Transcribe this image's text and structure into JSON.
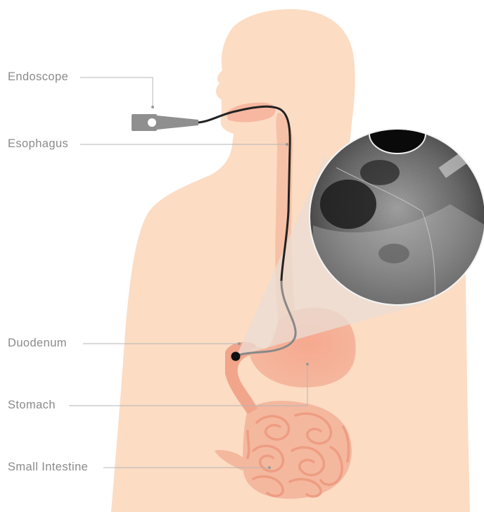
{
  "labels": {
    "endoscope": "Endoscope",
    "esophagus": "Esophagus",
    "duodenum": "Duodenum",
    "stomach": "Stomach",
    "small_intestine": "Small Intestine"
  },
  "icons": {
    "figure": "human-torso-silhouette",
    "scope": "endoscope-device-icon",
    "inset": "ultrasound-image-inset"
  },
  "colors": {
    "skin": "#fcdcc3",
    "organ": "#f5b49c",
    "stomach": "#f2a38a",
    "scope_body": "#8f8f8f",
    "cable": "#222222",
    "leader_line": "#b5b5b5",
    "label_text": "#8a8a8a"
  }
}
